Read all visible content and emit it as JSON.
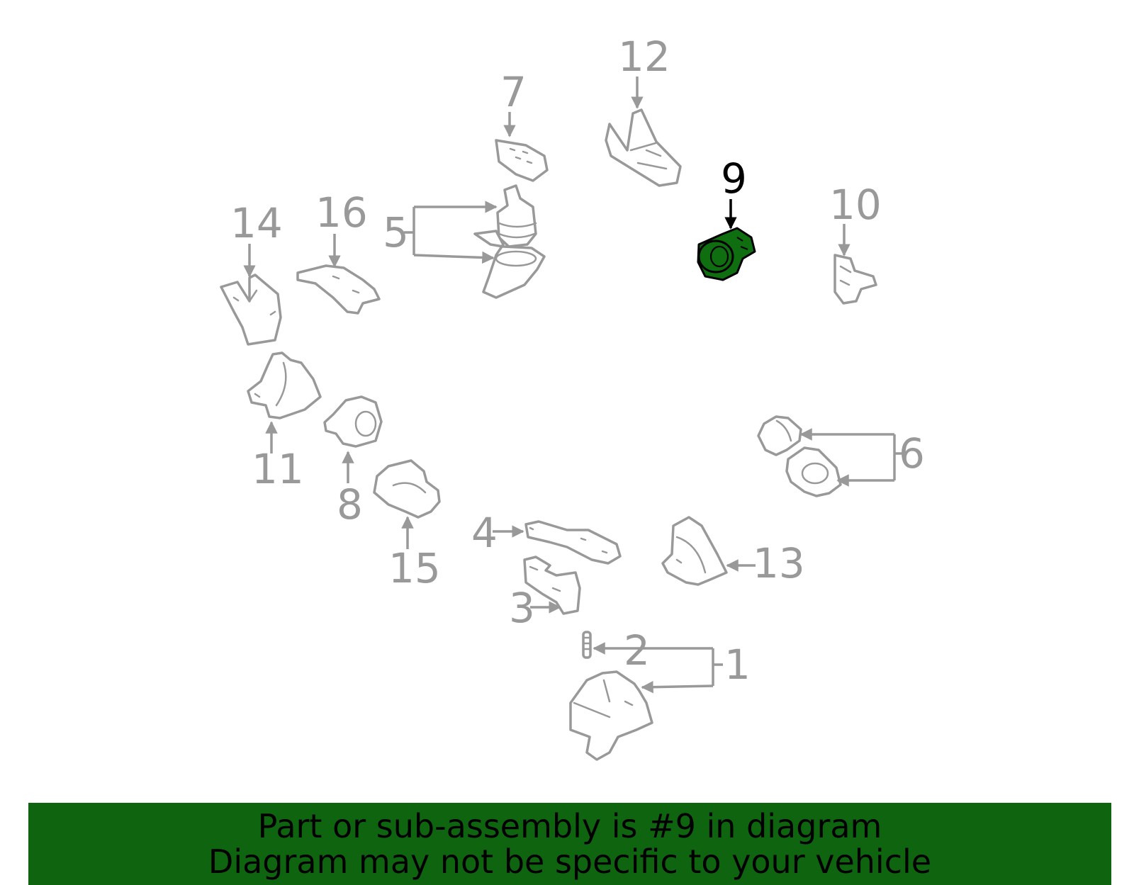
{
  "diagram": {
    "highlighted_part": "9",
    "highlight_color": "#0f6e0f",
    "line_color": "#999999",
    "callouts": {
      "c1": "1",
      "c2": "2",
      "c3": "3",
      "c4": "4",
      "c5": "5",
      "c6": "6",
      "c7": "7",
      "c8": "8",
      "c9": "9",
      "c10": "10",
      "c11": "11",
      "c12": "12",
      "c13": "13",
      "c14": "14",
      "c15": "15",
      "c16": "16"
    }
  },
  "banner": {
    "line1": "Part or sub-assembly is #9 in diagram",
    "line2": "Diagram may not be specific to your vehicle",
    "background": "#0f640f"
  }
}
